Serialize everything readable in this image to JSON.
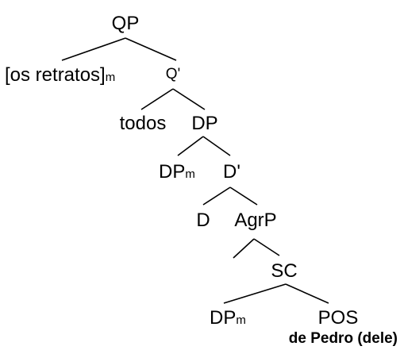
{
  "tree": {
    "nodes": {
      "qp": "QP",
      "os_retratos": "[os retratos]",
      "os_retratos_index": "m",
      "q_bar": "Q'",
      "todos": "todos",
      "dp": "DP",
      "dp_m": "DP",
      "dp_m_index": "m",
      "d_bar": "D'",
      "d": "D",
      "agrp": "AgrP",
      "sc": "SC",
      "dp_m_low": "DP",
      "dp_m_low_index": "m",
      "pos": "POS",
      "pos_gloss": "de Pedro (dele)"
    },
    "colors": {
      "ink": "#000000",
      "background": "#ffffff"
    }
  }
}
